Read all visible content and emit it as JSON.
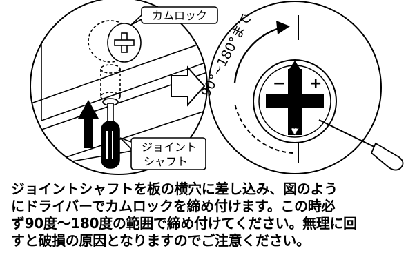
{
  "illustration": {
    "cam_lock_label": "カムロック",
    "joint_shaft_label_line1": "ジョイント",
    "joint_shaft_label_line2": "シャフト",
    "rotation_label": "90°~180°まで",
    "minus_symbol": "−",
    "plus_symbol": "+"
  },
  "instruction_lines": [
    "ジョイントシャフトを板の横穴に差し込み、図のよう",
    "にドライバーでカムロックを締め付けます。この時必",
    "ず90度〜180度の範囲で締め付けてください。無理に回",
    "すと破損の原因となりますのでご注意ください。"
  ]
}
